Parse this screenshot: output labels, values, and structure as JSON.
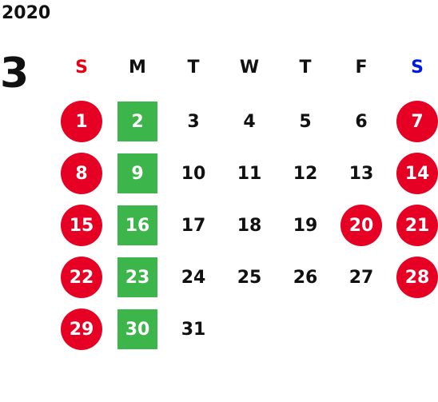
{
  "year": "2020",
  "month": "3",
  "colors": {
    "sunday_text": "#e60012",
    "saturday_text": "#0019e0",
    "red_circle": "#e60023",
    "green_square": "#3cb54a"
  },
  "weekdays": [
    {
      "label": "S",
      "kind": "sun"
    },
    {
      "label": "M",
      "kind": "normal"
    },
    {
      "label": "T",
      "kind": "normal"
    },
    {
      "label": "W",
      "kind": "normal"
    },
    {
      "label": "T",
      "kind": "normal"
    },
    {
      "label": "F",
      "kind": "normal"
    },
    {
      "label": "S",
      "kind": "sat"
    }
  ],
  "weeks": [
    [
      {
        "day": "1",
        "style": "red"
      },
      {
        "day": "2",
        "style": "green"
      },
      {
        "day": "3",
        "style": "plain"
      },
      {
        "day": "4",
        "style": "plain"
      },
      {
        "day": "5",
        "style": "plain"
      },
      {
        "day": "6",
        "style": "plain"
      },
      {
        "day": "7",
        "style": "red"
      }
    ],
    [
      {
        "day": "8",
        "style": "red"
      },
      {
        "day": "9",
        "style": "green"
      },
      {
        "day": "10",
        "style": "plain"
      },
      {
        "day": "11",
        "style": "plain"
      },
      {
        "day": "12",
        "style": "plain"
      },
      {
        "day": "13",
        "style": "plain"
      },
      {
        "day": "14",
        "style": "red"
      }
    ],
    [
      {
        "day": "15",
        "style": "red"
      },
      {
        "day": "16",
        "style": "green"
      },
      {
        "day": "17",
        "style": "plain"
      },
      {
        "day": "18",
        "style": "plain"
      },
      {
        "day": "19",
        "style": "plain"
      },
      {
        "day": "20",
        "style": "red"
      },
      {
        "day": "21",
        "style": "red"
      }
    ],
    [
      {
        "day": "22",
        "style": "red"
      },
      {
        "day": "23",
        "style": "green"
      },
      {
        "day": "24",
        "style": "plain"
      },
      {
        "day": "25",
        "style": "plain"
      },
      {
        "day": "26",
        "style": "plain"
      },
      {
        "day": "27",
        "style": "plain"
      },
      {
        "day": "28",
        "style": "red"
      }
    ],
    [
      {
        "day": "29",
        "style": "red"
      },
      {
        "day": "30",
        "style": "green"
      },
      {
        "day": "31",
        "style": "plain"
      },
      {
        "day": "",
        "style": "empty"
      },
      {
        "day": "",
        "style": "empty"
      },
      {
        "day": "",
        "style": "empty"
      },
      {
        "day": "",
        "style": "empty"
      }
    ]
  ]
}
